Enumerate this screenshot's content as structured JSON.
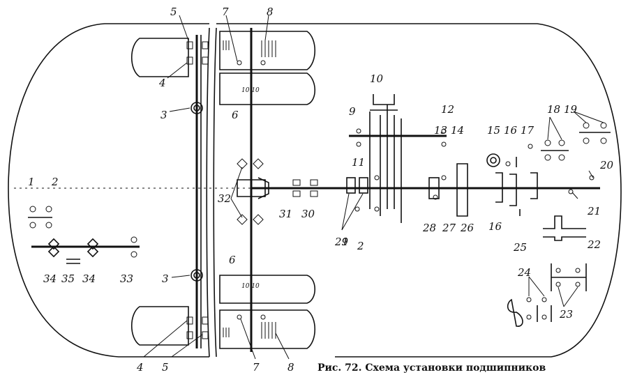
{
  "caption": "Рис. 72. Схема установки подшипников",
  "labels": {
    "n1": "1",
    "n2": "2",
    "n3": "3",
    "n4": "4",
    "n5": "5",
    "n6": "6",
    "n7": "7",
    "n8": "8",
    "n9": "9",
    "n10": "10",
    "n11": "11",
    "n12": "12",
    "n13": "13",
    "n14": "14",
    "n15": "15",
    "n16": "16",
    "n17": "17",
    "n18": "18",
    "n19": "19",
    "n20": "20",
    "n21": "21",
    "n22": "22",
    "n23": "23",
    "n24": "24",
    "n25": "25",
    "n26": "26",
    "n27": "27",
    "n28": "28",
    "n29": "29",
    "n30": "30",
    "n31": "31",
    "n32": "32",
    "n33": "33",
    "n34": "34",
    "n35": "35"
  }
}
